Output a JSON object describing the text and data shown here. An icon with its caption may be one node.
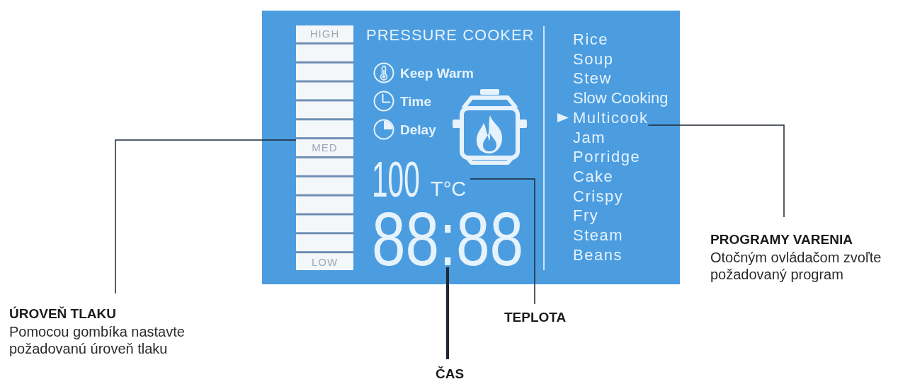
{
  "diagram": {
    "nodes": [
      {
        "text": [
          "PRESSURE COOKER"
        ]
      },
      {
        "text": [
          "HIGH",
          "MED",
          "LOW"
        ],
        "in": 0
      },
      {
        "text": [
          "100",
          "T°C"
        ],
        "in": 0
      },
      {
        "text": [
          "88:88"
        ],
        "in": 0
      },
      {
        "text": [
          "Multicook"
        ],
        "in": 0
      },
      {
        "text": [
          "ÚROVEŇ TLAKU",
          "Pomocou gombíka nastavte požadovanú úroveň tlaku"
        ]
      },
      {
        "text": [
          "TEPLOTA"
        ]
      },
      {
        "text": [
          "ČAS"
        ]
      },
      {
        "text": [
          "PROGRAMY VARENIA",
          "Otočným ovládačom zvoľte požadovaný program"
        ]
      }
    ],
    "edges": [
      {
        "from": 5,
        "to": 1,
        "arrow": "none"
      },
      {
        "from": 6,
        "to": 2,
        "arrow": "none"
      },
      {
        "from": 7,
        "to": 3,
        "arrow": "none",
        "style": "thick"
      },
      {
        "from": 8,
        "to": 4,
        "arrow": "none"
      }
    ],
    "labels": [
      "Keep Warm",
      "Time",
      "Delay",
      "Rice",
      "Soup",
      "Stew",
      "Slow Cooking",
      "Jam",
      "Porridge",
      "Cake",
      "Crispy",
      "Fry",
      "Steam",
      "Beans"
    ]
  }
}
